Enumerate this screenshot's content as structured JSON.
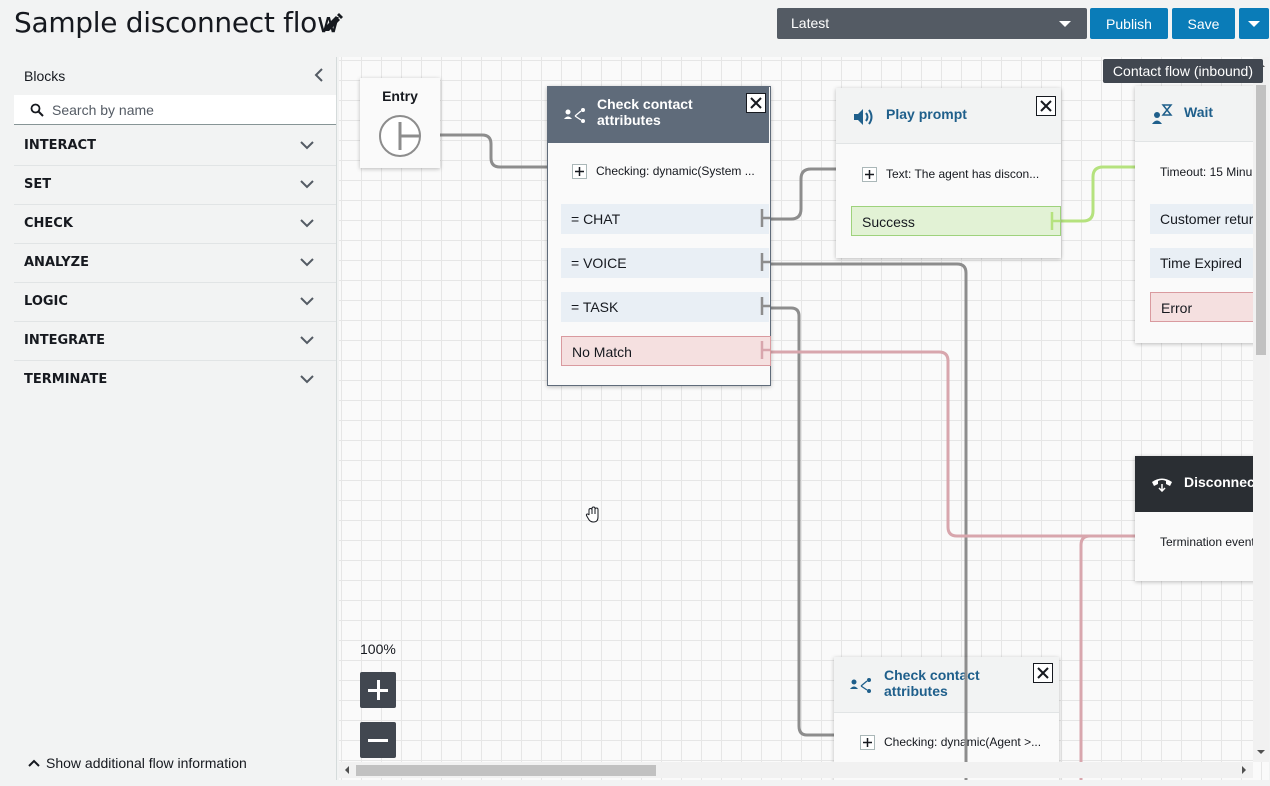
{
  "header": {
    "title": "Sample disconnect flow",
    "version": "Latest",
    "publish_label": "Publish",
    "save_label": "Save"
  },
  "sidebar": {
    "title": "Blocks",
    "search_placeholder": "Search by name",
    "categories": [
      "INTERACT",
      "SET",
      "CHECK",
      "ANALYZE",
      "LOGIC",
      "INTEGRATE",
      "TERMINATE"
    ],
    "show_info": "Show additional flow information"
  },
  "canvas": {
    "flow_type": "Contact flow (inbound)",
    "zoom": "100%",
    "blocks": {
      "entry": {
        "title": "Entry"
      },
      "check1": {
        "title_line1": "Check contact",
        "title_line2": "attributes",
        "param": "Checking: dynamic(System ...",
        "branches": [
          "= CHAT",
          "= VOICE",
          "= TASK",
          "No Match"
        ]
      },
      "play": {
        "title": "Play prompt",
        "param": "Text: The agent has discon...",
        "branches": [
          "Success"
        ]
      },
      "wait": {
        "title": "Wait",
        "param": "Timeout: 15 Minu",
        "branches": [
          "Customer retur",
          "Time Expired",
          "Error"
        ]
      },
      "disconnect": {
        "title": "Disconnec",
        "param": "Termination event"
      },
      "check2": {
        "title_line1": "Check contact",
        "title_line2": "attributes",
        "param": "Checking: dynamic(Agent >..."
      }
    }
  },
  "colors": {
    "accent": "#0a7cb8",
    "header_select": "#545b64",
    "block_header_dark": "#5f6b7a",
    "connector_gray": "#8d8d8d",
    "connector_green": "#b5e27e",
    "connector_red": "#d8a6ad"
  }
}
